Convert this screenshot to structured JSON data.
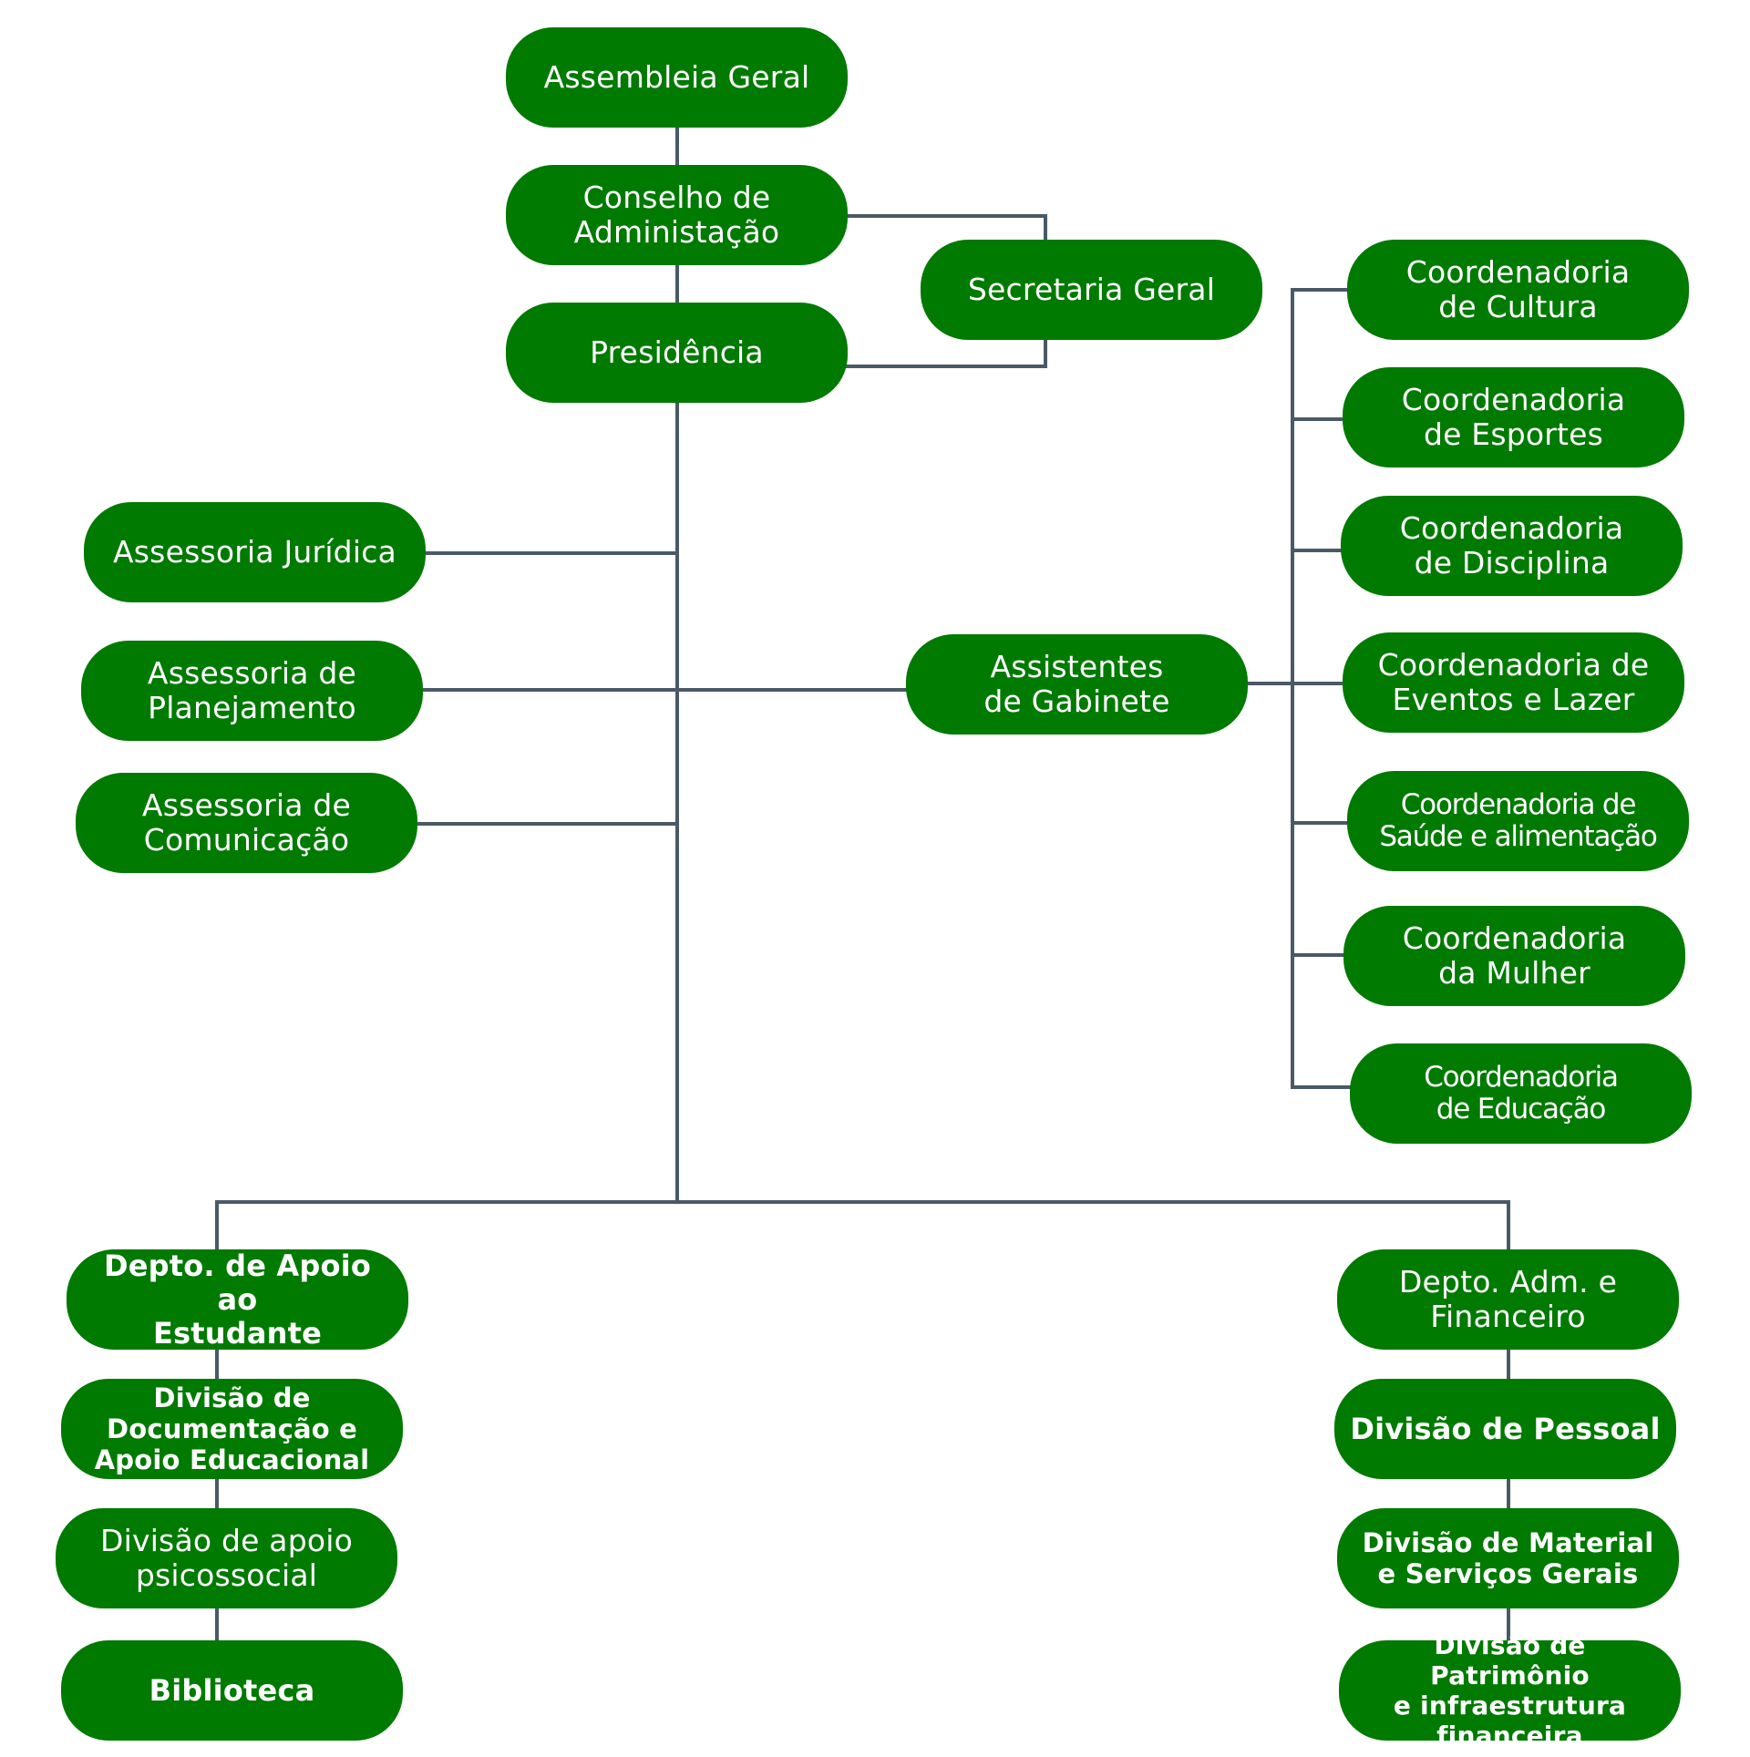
{
  "colors": {
    "node_fill": "#007a00",
    "node_text": "#ffffff",
    "connector": "#4a5966",
    "background": "#ffffff"
  },
  "nodes": {
    "assembleia": "Assembleia Geral",
    "conselho": "Conselho de\nAdministação",
    "presidencia": "Presidência",
    "secretaria": "Secretaria Geral",
    "assessoria_juridica": "Assessoria Jurídica",
    "assessoria_planejamento": "Assessoria de\nPlanejamento",
    "assessoria_comunicacao": "Assessoria de\nComunicação",
    "assistentes_gabinete": "Assistentes\nde Gabinete",
    "coord_cultura": "Coordenadoria\nde Cultura",
    "coord_esportes": "Coordenadoria\nde Esportes",
    "coord_disciplina": "Coordenadoria\nde Disciplina",
    "coord_eventos": "Coordenadoria de\nEventos e Lazer",
    "coord_saude": "Coordenadoria de\nSaúde e alimentação",
    "coord_mulher": "Coordenadoria\nda Mulher",
    "coord_educacao": "Coordenadoria\nde Educação",
    "depto_apoio_estudante": "Depto. de Apoio ao\nEstudante",
    "div_documentacao": "Divisão de\nDocumentação e\nApoio Educacional",
    "div_psicossocial": "Divisão de apoio\npsicossocial",
    "biblioteca": "Biblioteca",
    "depto_adm_financeiro": "Depto. Adm. e\nFinanceiro",
    "div_pessoal": "Divisão de Pessoal",
    "div_material": "Divisão de Material\ne Serviços Gerais",
    "div_patrimonio": "Divisão de Patrimônio\ne infraestrutura\nfinanceira"
  }
}
